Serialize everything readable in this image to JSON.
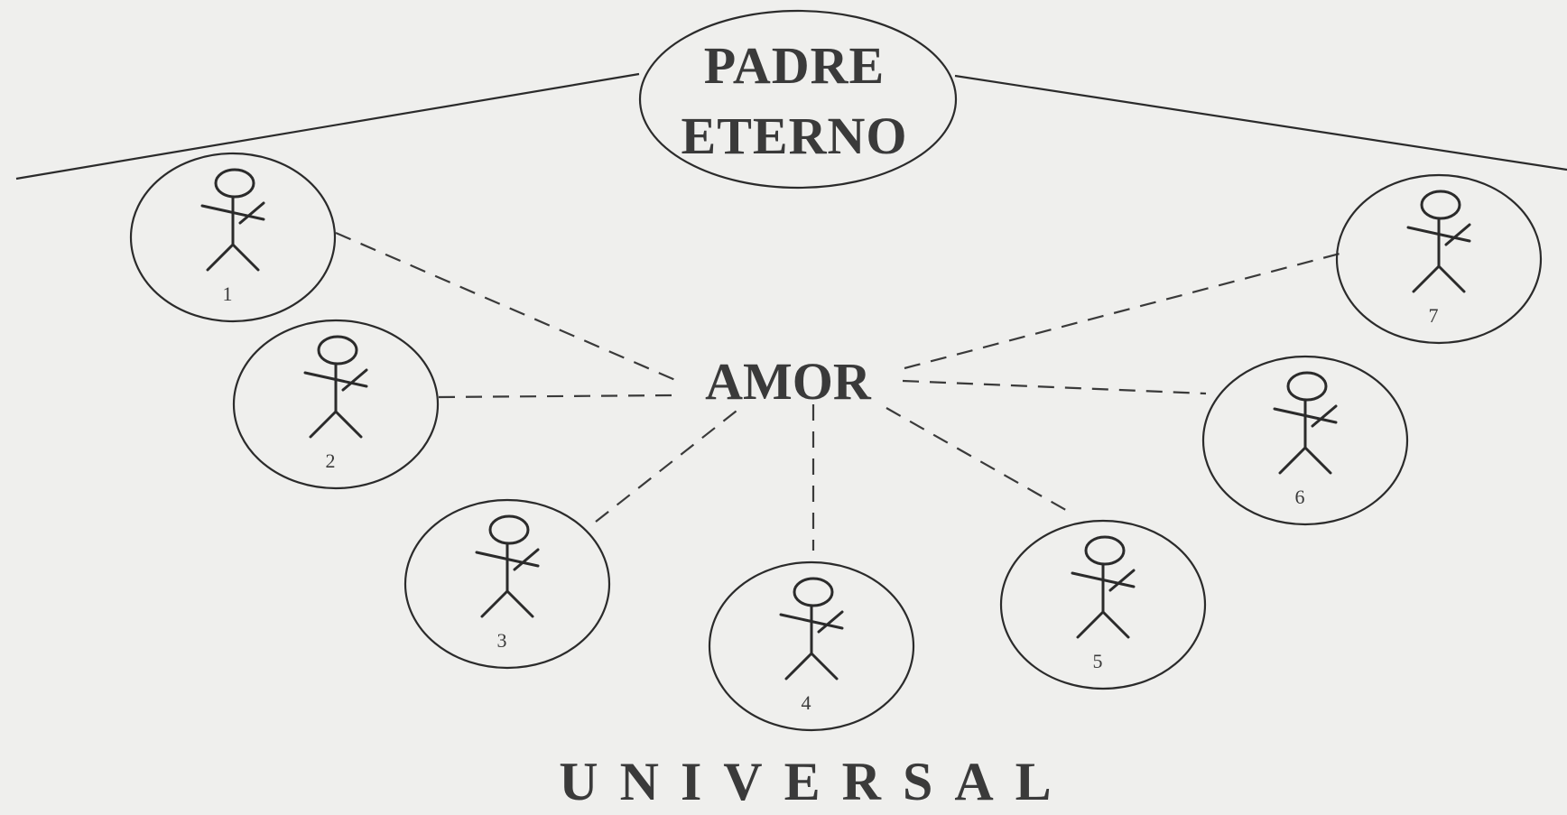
{
  "title": {
    "line1": "PADRE",
    "line2": "ETERNO"
  },
  "center_label": "AMOR",
  "bottom_label": "UNIVERSAL",
  "persons": [
    {
      "number": "1"
    },
    {
      "number": "2"
    },
    {
      "number": "3"
    },
    {
      "number": "4"
    },
    {
      "number": "5"
    },
    {
      "number": "6"
    },
    {
      "number": "7"
    }
  ],
  "colors": {
    "background": "#efefed",
    "ink": "#2b2b2b"
  }
}
